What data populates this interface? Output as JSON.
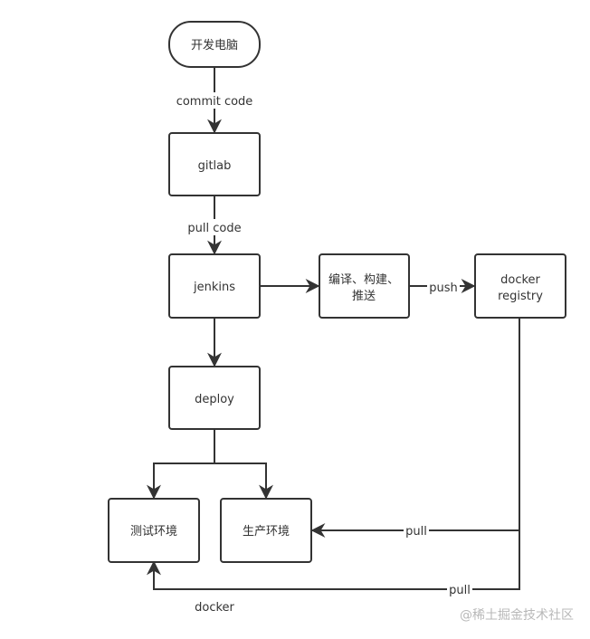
{
  "nodes": {
    "dev": {
      "label": "开发电脑"
    },
    "gitlab": {
      "label": "gitlab"
    },
    "jenkins": {
      "label": "jenkins"
    },
    "build": {
      "line1": "编译、构建、",
      "line2": "推送"
    },
    "registry": {
      "line1": "docker",
      "line2": "registry"
    },
    "deploy": {
      "label": "deploy"
    },
    "test_env": {
      "label": "测试环境"
    },
    "prod_env": {
      "label": "生产环境"
    }
  },
  "edges": {
    "commit": "commit code",
    "pull_code": "pull code",
    "push": "push",
    "pull_prod": "pull",
    "pull_test": "pull"
  },
  "annotation": "docker",
  "watermark": "@稀土掘金技术社区",
  "colors": {
    "stroke": "#333333",
    "fill": "#ffffff",
    "text": "#333333",
    "watermark": "#b8b8b8"
  }
}
